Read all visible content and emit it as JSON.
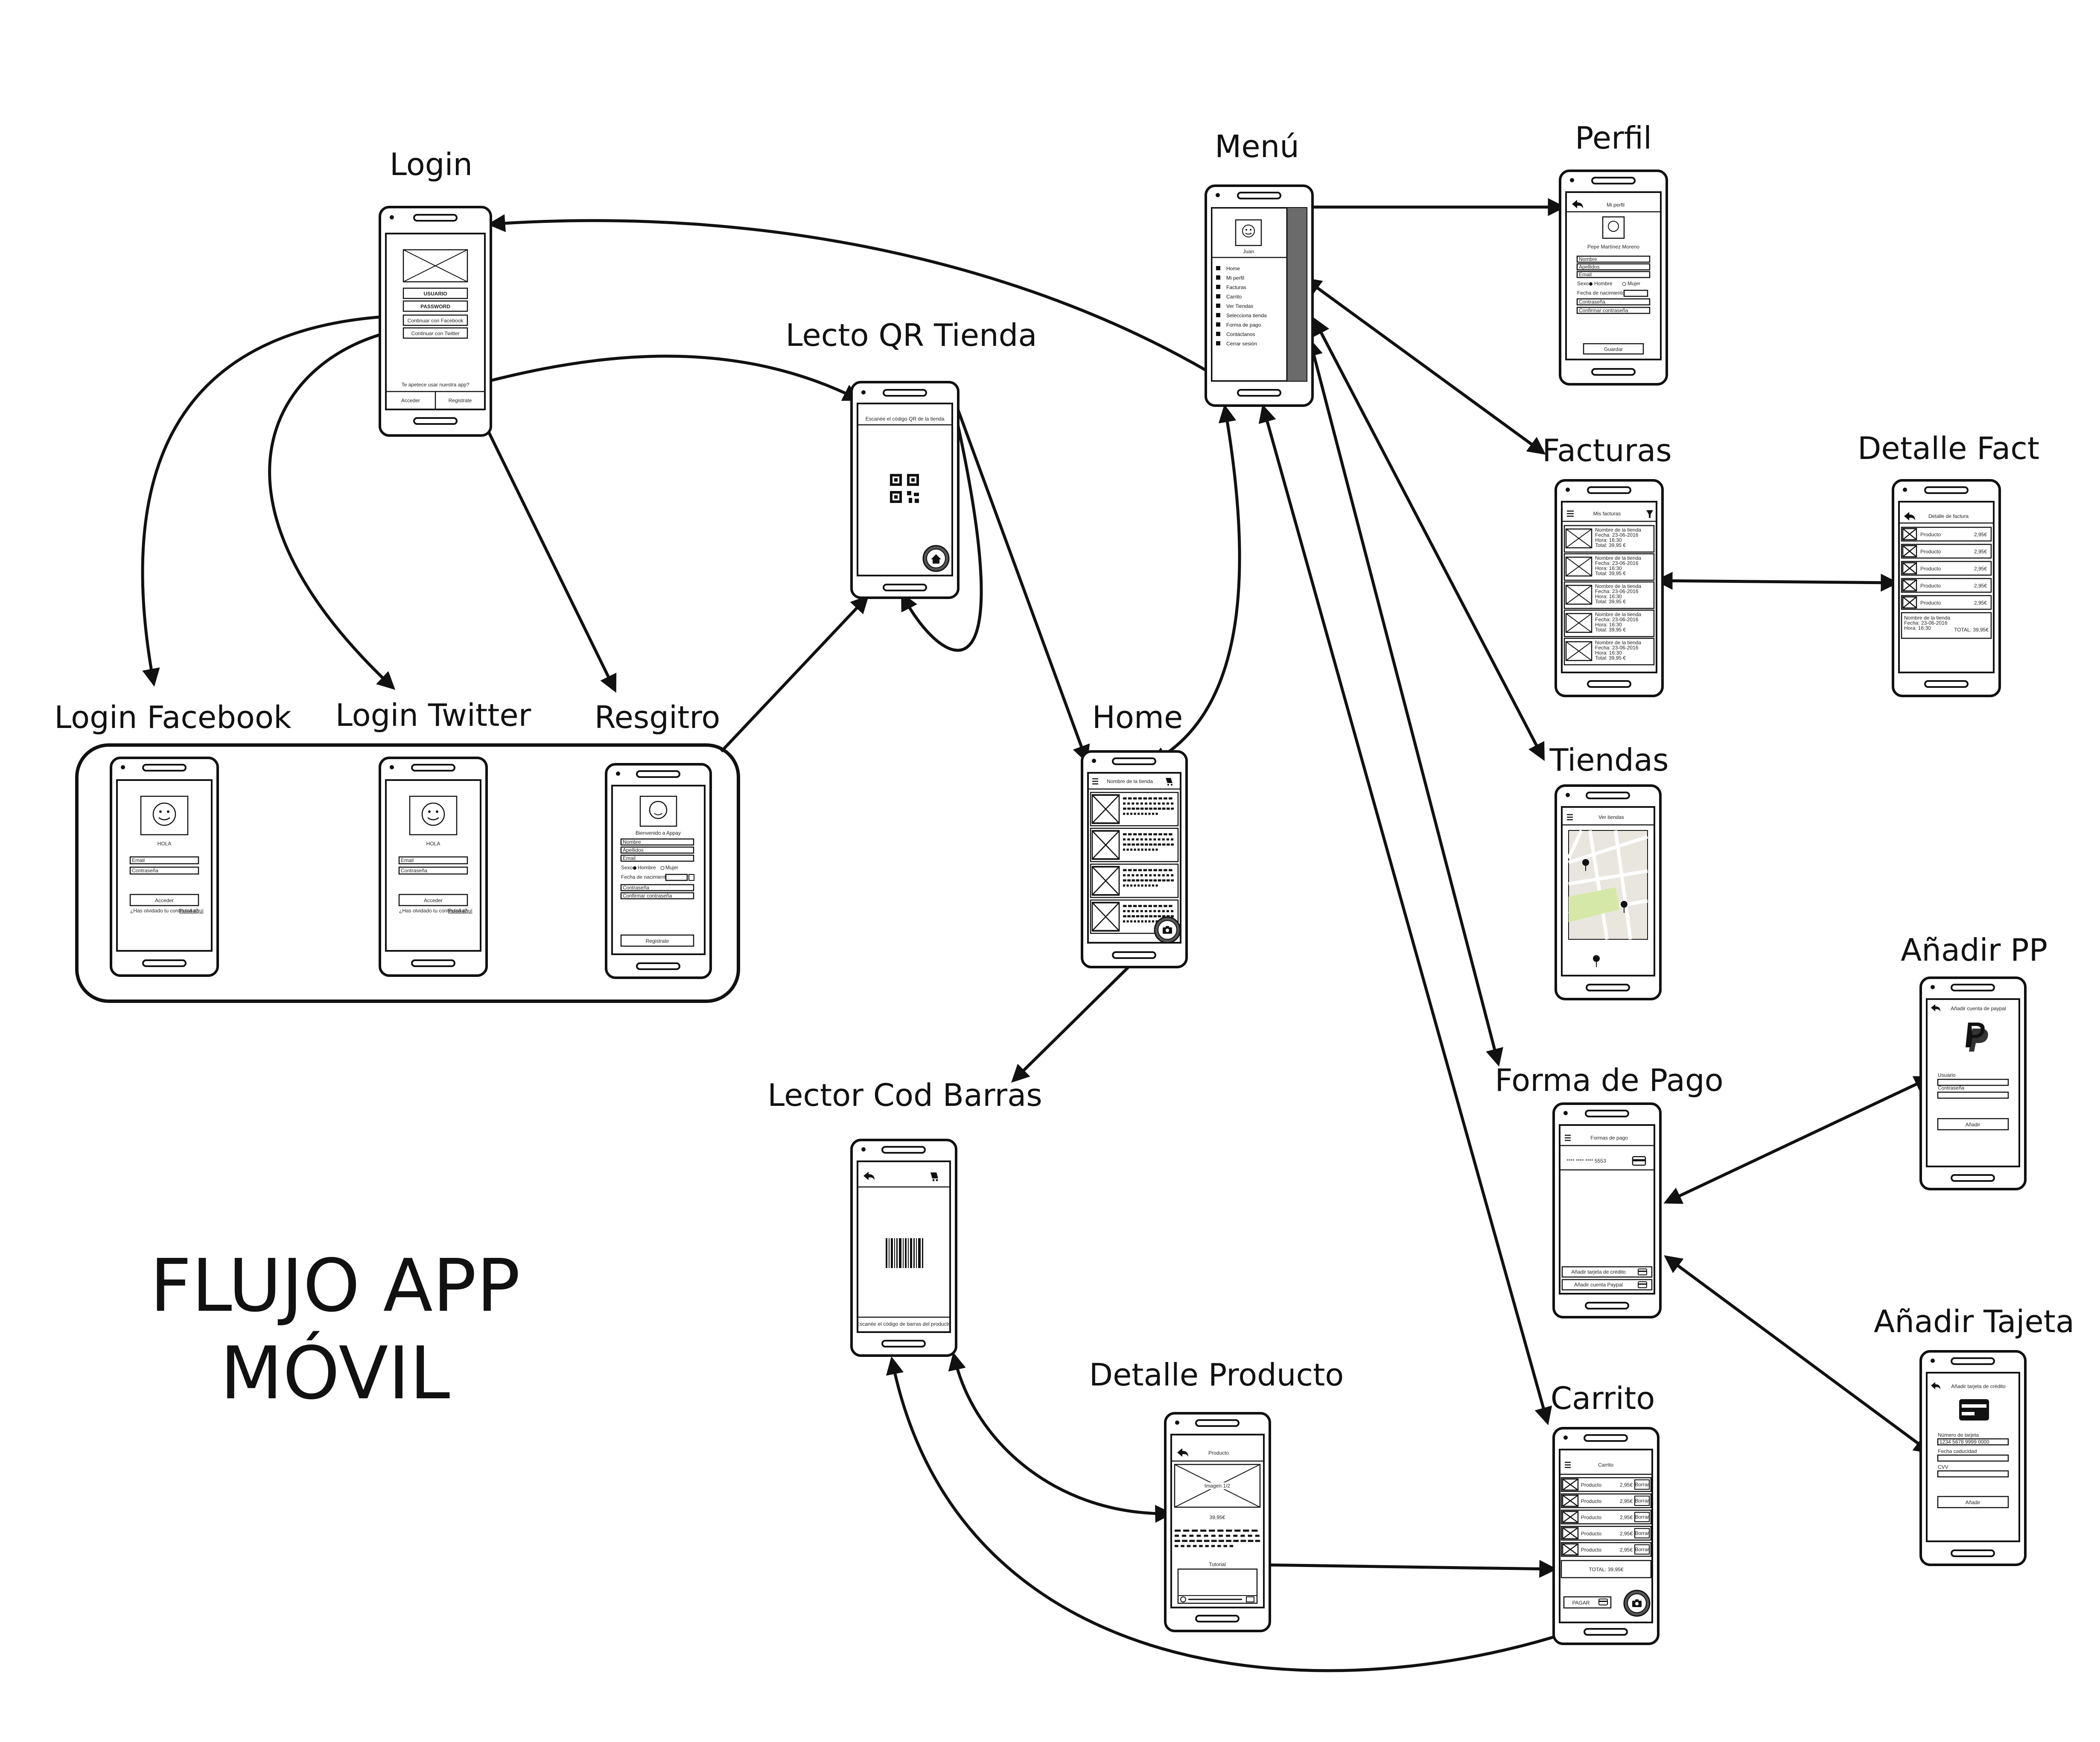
{
  "diagram_title": [
    "FLUJO APP",
    "MÓVIL"
  ],
  "screens": {
    "login": {
      "label": "Login",
      "user": "USUARIO",
      "pass": "PASSWORD",
      "fb": "Continuar con Facebook",
      "tw": "Continuar con Twitter",
      "question": "Te apetece usar nuestra app?",
      "acceder": "Acceder",
      "registrate": "Registrate"
    },
    "qr": {
      "label": "Lecto QR Tienda",
      "instruction": "Escanée el código QR de la tienda"
    },
    "menu": {
      "label": "Menú",
      "user": "Juan",
      "items": [
        "Home",
        "Mi perfil",
        "Facturas",
        "Carrito",
        "Ver Tiendas",
        "Selecciona tienda",
        "Forma de pago",
        "Contáctanos",
        "Cerrar sesión"
      ]
    },
    "perfil": {
      "label": "Perfil",
      "title": "Mi perfil",
      "name": "Pepe Martínez Moreno",
      "fields": [
        "Nombre",
        "Apellidos",
        "Email",
        "Contraseña",
        "Confirmar contraseña"
      ],
      "sexo": "Sexo",
      "hombre": "Hombre",
      "mujer": "Mujer",
      "fecha": "Fecha de nacimiento",
      "save": "Guardar"
    },
    "facturas": {
      "label": "Facturas",
      "title": "Mis facturas",
      "row_lines": [
        "Nombre de la tienda",
        "Fecha: 23-06-2016",
        "Hora: 16:30",
        "Total: 39,95 €"
      ]
    },
    "detalle_fact": {
      "label": "Detalle Fact",
      "title": "Detalle de factura",
      "product": "Producto",
      "price": "2,95€",
      "total": "TOTAL: 39,95€"
    },
    "login_facebook": {
      "label": "Login Facebook",
      "hello": "HOLA",
      "email": "Email",
      "password": "Contraseña",
      "button": "Acceder",
      "forgot": "¿Has olvidado tu contraseña?",
      "forgot_link": "Pulsa aquí"
    },
    "login_twitter": {
      "label": "Login Twitter",
      "hello": "HOLA",
      "email": "Email",
      "password": "Contraseña",
      "button": "Acceder",
      "forgot": "¿Has olvidado tu contraseña?",
      "forgot_link": "Pulsa aquí"
    },
    "registro": {
      "label": "Resgitro",
      "welcome": "Bienvenido a Appay",
      "fields": [
        "Nombre",
        "Apellidos",
        "Email"
      ],
      "sexo": "Sexo",
      "hombre": "Hombre",
      "mujer": "Mujer",
      "fecha": "Fecha de nacimiento",
      "pw": "Contraseña",
      "pw2": "Confirmar contraseña",
      "button": "Registrate"
    },
    "home": {
      "label": "Home",
      "title": "Nombre de la tienda"
    },
    "tiendas": {
      "label": "Tiendas",
      "title": "Ver tiendas"
    },
    "pp": {
      "label": "Añadir PP",
      "title": "Añadir cuenta de paypal",
      "user": "Usuario",
      "pass": "Contraseña",
      "button": "Añadir"
    },
    "forma_pago": {
      "label": "Forma de Pago",
      "title": "Formas de pago",
      "card": "**** **** **** 5553",
      "add_card": "Añadir tarjeta de crédito",
      "add_paypal": "Añadir cuenta Paypal"
    },
    "barcode": {
      "label": "Lector Cod Barras",
      "instruction": "Escanée el código de barras del producto"
    },
    "tarjeta": {
      "label": "Añadir Tajeta",
      "title": "Añadir tarjeta de crédito",
      "number_label": "Número de tarjeta",
      "number": "1234 5678 9999 0000",
      "expiry": "Fecha caducidad",
      "cvv": "CVV",
      "button": "Añadir"
    },
    "detalle_producto": {
      "label": "Detalle Producto",
      "title": "Producto",
      "image_caption": "Imagen 1/2",
      "price": "39,95€",
      "tutorial": "Tutorial"
    },
    "carrito": {
      "label": "Carrito",
      "title": "Carrito",
      "product": "Producto",
      "price": "2,95€",
      "remove": "Borrar",
      "total": "TOTAL: 39,95€",
      "pay": "PAGAR"
    }
  },
  "colors": {
    "ink": "#111111",
    "paper": "#ffffff",
    "map_bg": "#e9e6df",
    "map_park": "#d6e8a8",
    "menu_overlay": "#6b6b6b"
  }
}
